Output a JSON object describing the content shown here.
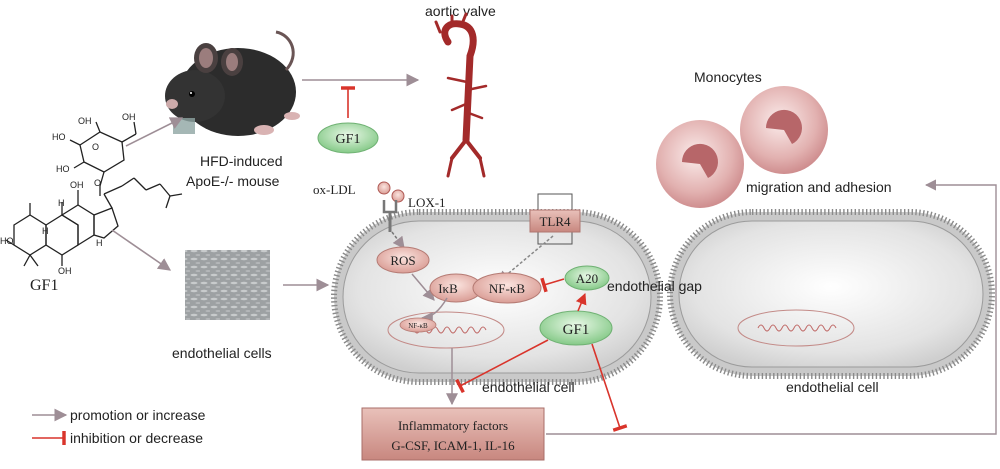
{
  "labels": {
    "aortic_valve": "aortic valve",
    "monocytes": "Monocytes",
    "hfd_line1": "HFD-induced",
    "hfd_line2": "ApoE-/- mouse",
    "ox_ldl": "ox-LDL",
    "lox1": "LOX-1",
    "tlr4": "TLR4",
    "ros": "ROS",
    "ikb": "IκB",
    "nfkb": "NF-κB",
    "nfkb_small": "NF-κB",
    "a20": "A20",
    "gf1_mol": "GF1",
    "gf1_top": "GF1",
    "gf1_cell": "GF1",
    "endothelial_gap": "endothelial gap",
    "endothelial_cells": "endothelial cells",
    "endothelial_cell_1": "endothelial cell",
    "endothelial_cell_2": "endothelial cell",
    "migration": "migration and adhesion",
    "inflam_title": "Inflammatory factors",
    "inflam_list": "G-CSF, ICAM-1, IL-16"
  },
  "molecule_atoms": {
    "oh": "OH",
    "ho": "HO",
    "o": "O",
    "h": "H"
  },
  "legend": {
    "promotion": "promotion or increase",
    "inhibition": "inhibition or decrease"
  },
  "colors": {
    "promotion_arrow": "#9e8e96",
    "inhibition_arrow": "#d9342b",
    "gf1_fill": "#8fd08f",
    "a20_fill": "#8fd08f",
    "box_fill": "#d9a8a0",
    "cell_fill": "#e6e6e6",
    "monocyte_fill": "#c98486"
  }
}
